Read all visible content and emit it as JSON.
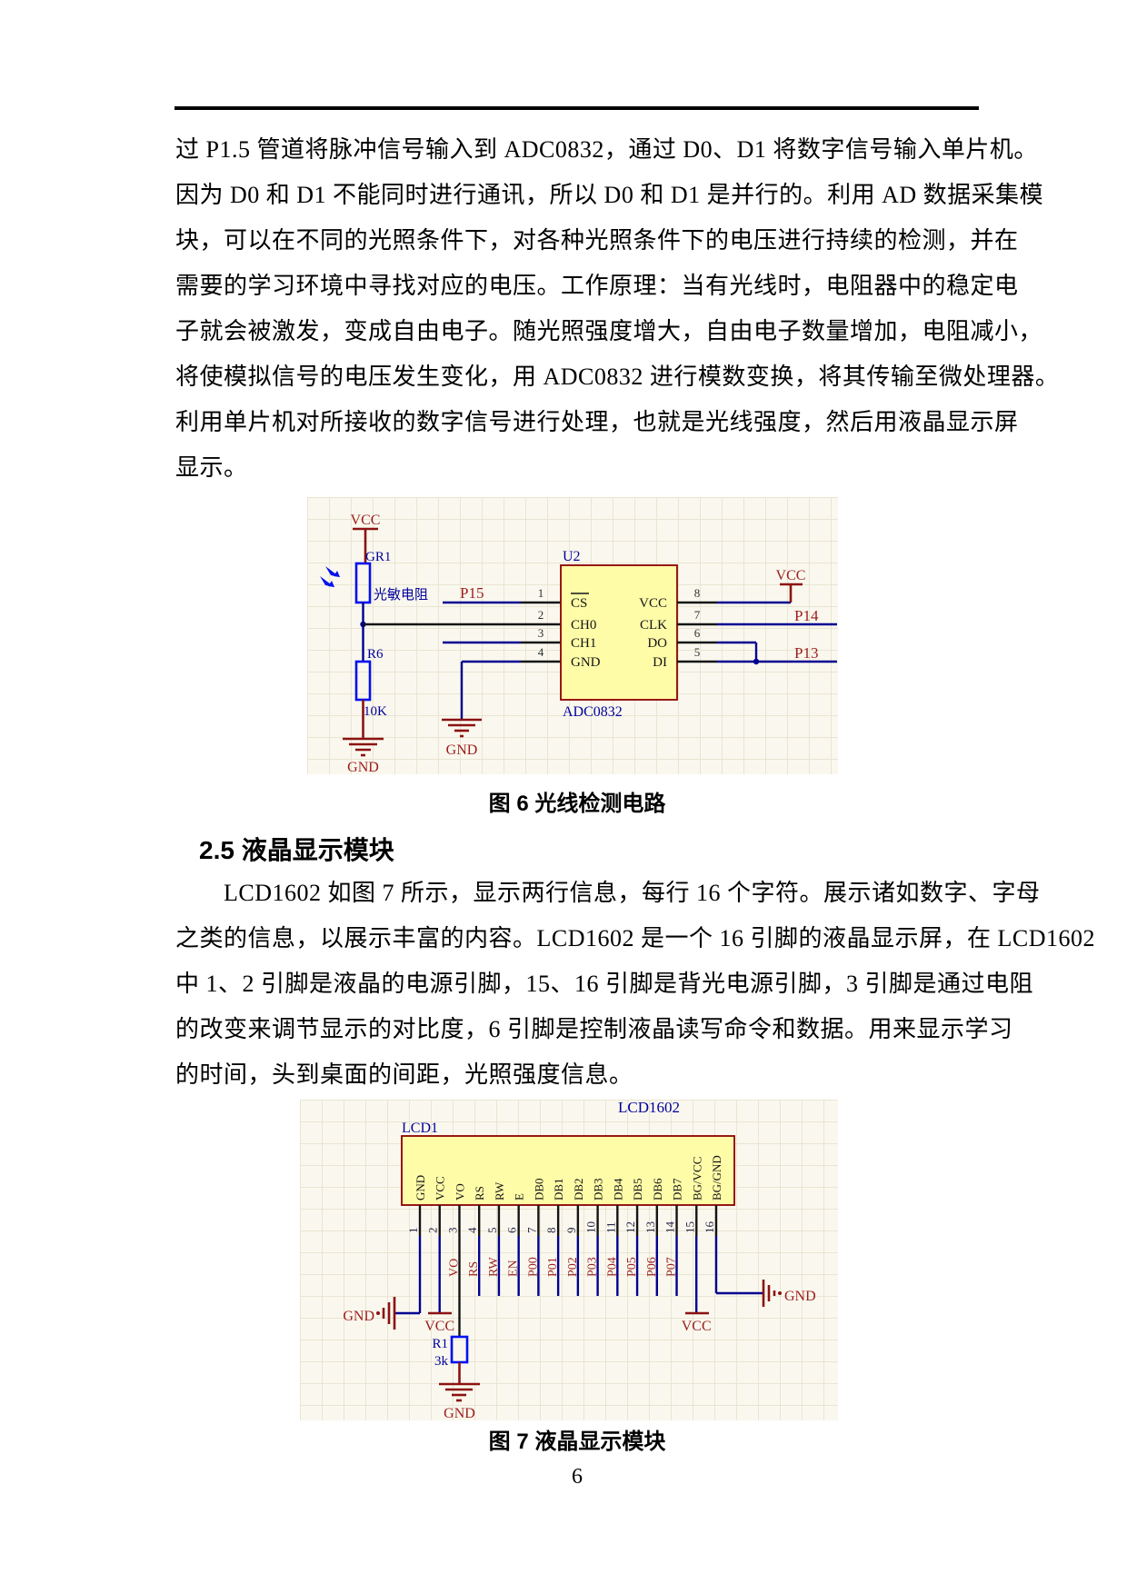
{
  "page": {
    "number": "6"
  },
  "paragraph1": {
    "lines": [
      "过 P1.5 管道将脉冲信号输入到 ADC0832，通过 D0、D1 将数字信号输入单片机。",
      "因为 D0 和 D1 不能同时进行通讯，所以 D0 和 D1 是并行的。利用 AD 数据采集模",
      "块，可以在不同的光照条件下，对各种光照条件下的电压进行持续的检测，并在",
      "需要的学习环境中寻找对应的电压。工作原理：当有光线时，电阻器中的稳定电",
      "子就会被激发，变成自由电子。随光照强度增大，自由电子数量增加，电阻减小，",
      "将使模拟信号的电压发生变化，用 ADC0832 进行模数变换，将其传输至微处理器。",
      "利用单片机对所接收的数字信号进行处理，也就是光线强度，然后用液晶显示屏",
      "显示。"
    ]
  },
  "section": {
    "heading": "2.5 液晶显示模块"
  },
  "paragraph2": {
    "lines": [
      "LCD1602 如图 7 所示，显示两行信息，每行 16 个字符。展示诸如数字、字母",
      "之类的信息，以展示丰富的内容。LCD1602 是一个 16 引脚的液晶显示屏，在 LCD1602",
      "中 1、2 引脚是液晶的电源引脚，15、16 引脚是背光电源引脚，3 引脚是通过电阻",
      "的改变来调节显示的对比度，6 引脚是控制液晶读写命令和数据。用来显示学习",
      "的时间，头到桌面的间距，光照强度信息。"
    ]
  },
  "figure6": {
    "caption": "图 6 光线检测电路",
    "designator": "U2",
    "part": "ADC0832",
    "left_pins": [
      "CS",
      "CH0",
      "CH1",
      "GND"
    ],
    "left_pin_numbers": [
      "1",
      "2",
      "3",
      "4"
    ],
    "right_pins": [
      "VCC",
      "CLK",
      "DO",
      "DI"
    ],
    "right_pin_numbers": [
      "8",
      "7",
      "6",
      "5"
    ],
    "photoresistor": {
      "designator": "GR1",
      "label": "光敏电阻"
    },
    "resistor": {
      "designator": "R6",
      "value": "10K"
    },
    "net_labels": {
      "p15": "P15",
      "p14": "P14",
      "p13": "P13"
    },
    "power": {
      "vcc": "VCC",
      "gnd": "GND"
    }
  },
  "figure7": {
    "caption": "图 7 液晶显示模块",
    "title": "LCD1602",
    "designator": "LCD1",
    "pin_numbers": [
      "1",
      "2",
      "3",
      "4",
      "5",
      "6",
      "7",
      "8",
      "9",
      "10",
      "11",
      "12",
      "13",
      "14",
      "15",
      "16"
    ],
    "pin_names": [
      "GND",
      "VCC",
      "VO",
      "RS",
      "RW",
      "E",
      "DB0",
      "DB1",
      "DB2",
      "DB3",
      "DB4",
      "DB5",
      "DB6",
      "DB7",
      "BG/VCC",
      "BG/GND"
    ],
    "net_labels": [
      "VO",
      "RS",
      "RW",
      "EN",
      "P00",
      "P01",
      "P02",
      "P03",
      "P04",
      "P05",
      "P06",
      "P07"
    ],
    "resistor": {
      "designator": "R1",
      "value": "3k"
    },
    "power": {
      "vcc": "VCC",
      "gnd": "GND"
    }
  },
  "colors": {
    "schematic_bg": "#faf8ee",
    "grid_line": "#e9e5d3",
    "chip_fill": "#fffca8",
    "chip_border": "#8b0000",
    "wire_blue": "#000090",
    "component_blue": "#0011ee",
    "label_blue": "#00009b",
    "net_label_red": "#9b1c1c"
  }
}
